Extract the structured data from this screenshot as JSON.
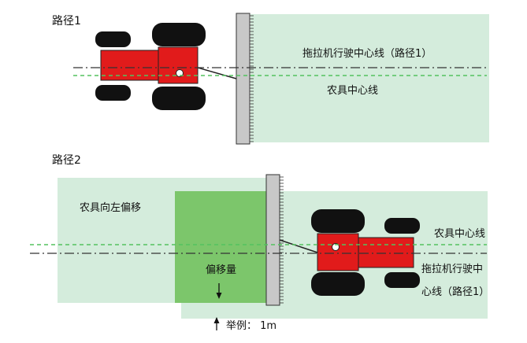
{
  "path1": {
    "title": "路径1",
    "tractor_center_label": "拖拉机行驶中心线（路径1）",
    "implement_center_label": "农具中心线"
  },
  "path2": {
    "title": "路径2",
    "shift_left_label": "农具向左偏移",
    "offset_label": "偏移量",
    "implement_center_label": "农具中心线",
    "tractor_center_label_line1": "拖拉机行驶中",
    "tractor_center_label_line2": "心线（路径1）",
    "example_label": "举例： 1m"
  },
  "colors": {
    "field": "#d4ecdc",
    "offset_area": "#7cc66b",
    "tractor_body": "#e11b1b",
    "tire": "#111111",
    "implement_bar": "#c8c8c8",
    "tractor_line": "#333333",
    "implement_line": "#53c25f"
  }
}
